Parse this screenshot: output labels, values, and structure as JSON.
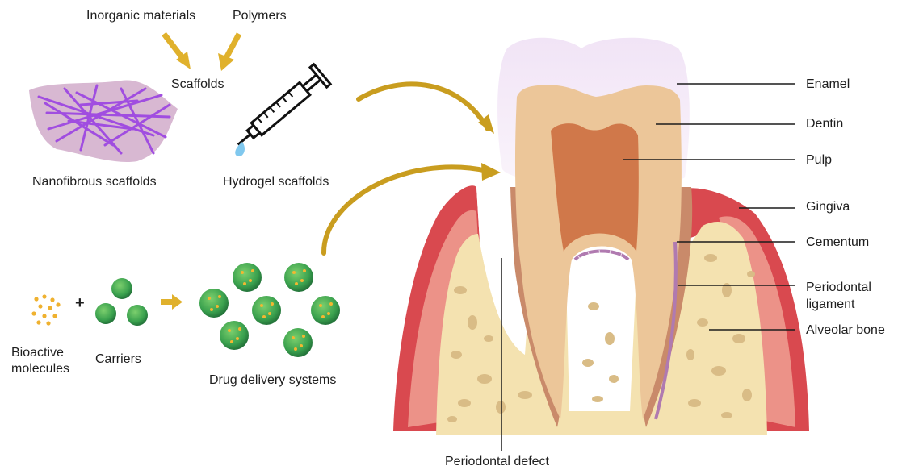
{
  "labels": {
    "inorganic": "Inorganic materials",
    "polymers": "Polymers",
    "scaffolds": "Scaffolds",
    "nanofibrous": "Nanofibrous scaffolds",
    "hydrogel": "Hydrogel scaffolds",
    "bioactive_line1": "Bioactive",
    "bioactive_line2": "molecules",
    "plus": "+",
    "carriers": "Carriers",
    "dds": "Drug delivery systems",
    "enamel": "Enamel",
    "dentin": "Dentin",
    "pulp": "Pulp",
    "gingiva": "Gingiva",
    "cementum": "Cementum",
    "pdl_line1": "Periodontal",
    "pdl_line2": "ligament",
    "alveolar": "Alveolar bone",
    "defect": "Periodontal defect"
  },
  "colors": {
    "arrow": "#e0b12c",
    "curve_arrow": "#c59a1c",
    "fiber": "#a04de0",
    "mat": "#d7b7cf",
    "gingiva": "#d9494f",
    "gingiva_inner": "#ea8c83",
    "bone": "#f4e2b0",
    "bone_spot": "#dcc08a",
    "enamel": "#f4eaf7",
    "dentin": "#ecc699",
    "pulp": "#d0784a",
    "root_edge": "#b47d68",
    "ligament": "#b07ab0",
    "sphere": "#3aa14e",
    "dot": "#efb12f",
    "droplet": "#7ec7ee"
  }
}
